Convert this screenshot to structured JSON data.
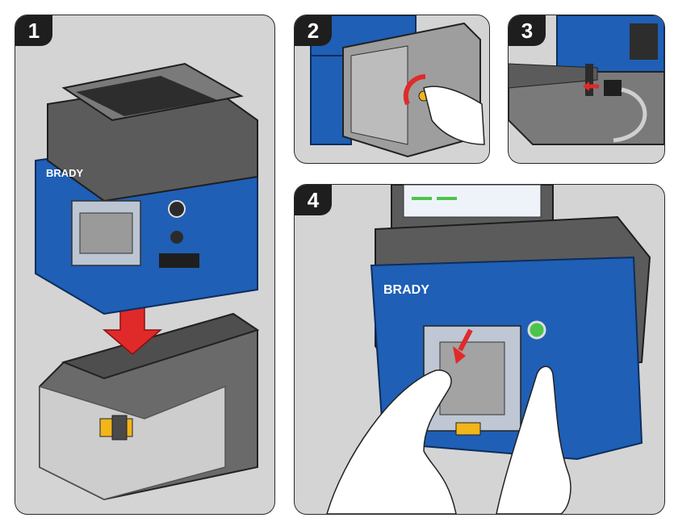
{
  "steps": [
    {
      "number": "1"
    },
    {
      "number": "2"
    },
    {
      "number": "3"
    },
    {
      "number": "4"
    }
  ],
  "brand": {
    "logo_text": "BRADY"
  },
  "colors": {
    "panel_bg": "#d4d4d4",
    "badge_bg": "#1e1e1e",
    "printer_blue": "#1f5fb5",
    "printer_gray": "#5b5b5b",
    "arrow_red": "#e02a2a",
    "cartridge_yellow": "#f2b51a",
    "led_green": "#4bc44b"
  },
  "icons": [
    "brady-logo",
    "down-arrow",
    "rotate-arrow",
    "connect-arrow",
    "hand",
    "power-button"
  ]
}
